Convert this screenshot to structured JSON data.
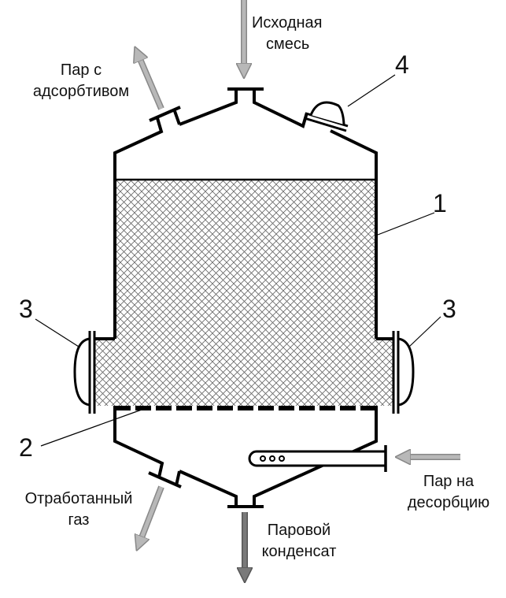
{
  "labels": {
    "feed": [
      "Исходная",
      "смесь"
    ],
    "vapor_out": [
      "Пар с",
      "адсорбтивом"
    ],
    "spent_gas": [
      "Отработанный",
      "газ"
    ],
    "condensate": [
      "Паровой",
      "конденсат"
    ],
    "desorption_steam": [
      "Пар на",
      "десорбцию"
    ]
  },
  "callouts": {
    "shell": "1",
    "grid": "2",
    "hatch_left": "3",
    "hatch_right": "3",
    "manhole": "4"
  },
  "colors": {
    "line": "#000000",
    "arrow_light": "#b8b8b8",
    "arrow_dark": "#7a7a7a",
    "hatch": "#666666"
  }
}
